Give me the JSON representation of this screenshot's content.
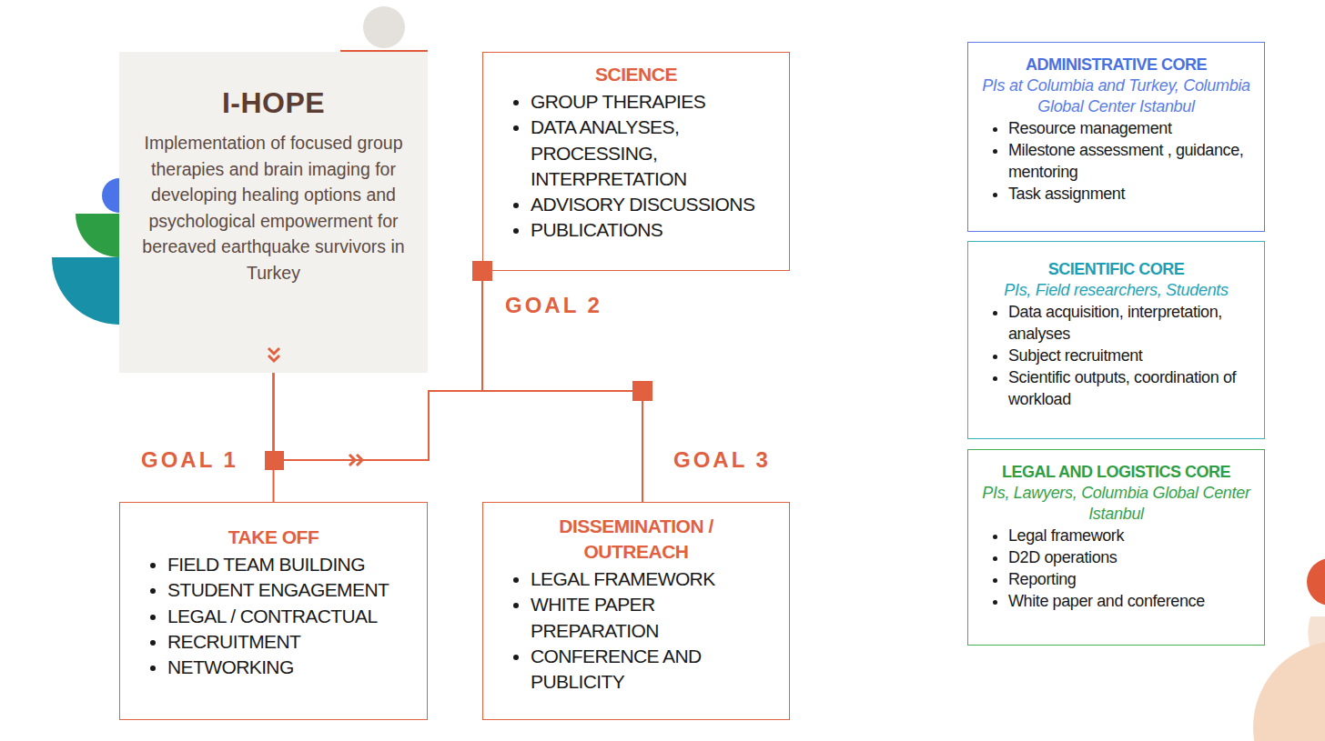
{
  "diagram": {
    "nodes": [
      {
        "text": [
          "I-HOPE",
          "Implementation of focused group therapies and brain imaging for developing healing options and psychological empowerment for bereaved earthquake survivors in Turkey"
        ]
      },
      {
        "text": [
          "SCIENCE",
          "GROUP THERAPIES",
          "DATA ANALYSES, PROCESSING, INTERPRETATION",
          "ADVISORY DISCUSSIONS",
          "PUBLICATIONS"
        ]
      },
      {
        "text": [
          "TAKE OFF",
          "FIELD TEAM BUILDING",
          "STUDENT ENGAGEMENT",
          "LEGAL / CONTRACTUAL",
          "RECRUITMENT",
          "NETWORKING"
        ]
      },
      {
        "text": [
          "DISSEMINATION / OUTREACH",
          "LEGAL FRAMEWORK",
          "WHITE PAPER PREPARATION",
          "CONFERENCE AND PUBLICITY"
        ]
      },
      {
        "text": [
          "ADMINISTRATIVE CORE",
          "PIs at Columbia and Turkey, Columbia Global Center Istanbul",
          "Resource management",
          "Milestone assessment , guidance, mentoring",
          "Task assignment"
        ]
      },
      {
        "text": [
          "SCIENTIFIC CORE",
          "PIs, Field researchers, Students",
          "Data acquisition, interpretation, analyses",
          "Subject recruitment",
          "Scientific outputs, coordination of workload"
        ]
      },
      {
        "text": [
          "LEGAL AND LOGISTICS CORE",
          "PIs, Lawyers, Columbia Global Center Istanbul",
          "Legal framework",
          "D2D operations",
          "Reporting",
          "White paper and conference"
        ]
      }
    ],
    "edges": [
      {
        "from": 0,
        "to": 2,
        "arrow": "none",
        "label": "GOAL 1"
      },
      {
        "from": 0,
        "to": 1,
        "arrow": "none",
        "label": "GOAL 2"
      },
      {
        "from": 0,
        "to": 3,
        "arrow": "none",
        "label": "GOAL 3"
      }
    ]
  }
}
